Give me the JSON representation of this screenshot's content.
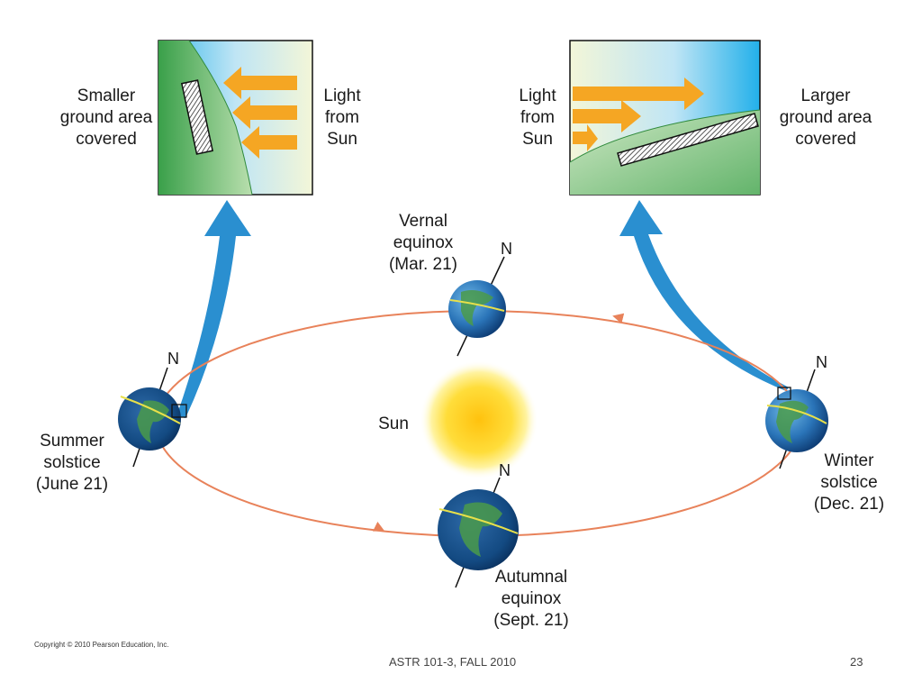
{
  "panels": {
    "left": {
      "ground_label": "Smaller\nground area\ncovered",
      "light_label": "Light\nfrom\nSun"
    },
    "right": {
      "ground_label": "Larger\nground area\ncovered",
      "light_label": "Light\nfrom\nSun"
    }
  },
  "orbit": {
    "sun_label": "Sun",
    "north_label": "N",
    "positions": {
      "vernal": "Vernal\nequinox\n(Mar. 21)",
      "summer": "Summer\nsolstice\n(June 21)",
      "winter": "Winter\nsolstice\n(Dec. 21)",
      "autumnal": "Autumnal\nequinox\n(Sept. 21)"
    }
  },
  "footer": {
    "copyright": "Copyright © 2010 Pearson Education, Inc.",
    "course": "ASTR 101-3, FALL 2010",
    "page_number": "23"
  },
  "colors": {
    "orbit": "#e8825a",
    "sunlight_arrow": "#f5a623",
    "pointer_arrow": "#2a8fd0",
    "sun": "#ffd21a"
  }
}
